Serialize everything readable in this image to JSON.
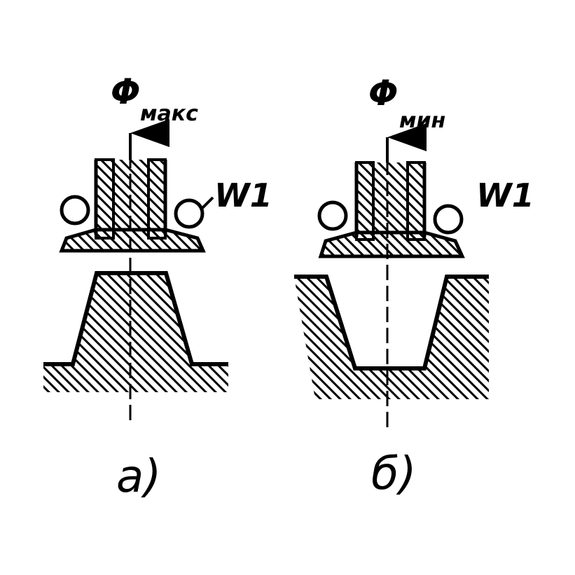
{
  "colors": {
    "ink": "#000000",
    "paper": "#ffffff"
  },
  "panels": [
    {
      "id": "a",
      "flux_symbol": "Φ",
      "flux_subscript": "макс",
      "coil_label": "W1",
      "caption": "a)"
    },
    {
      "id": "b",
      "flux_symbol": "Φ",
      "flux_subscript": "мин",
      "coil_label": "W1",
      "caption": "б)"
    }
  ]
}
